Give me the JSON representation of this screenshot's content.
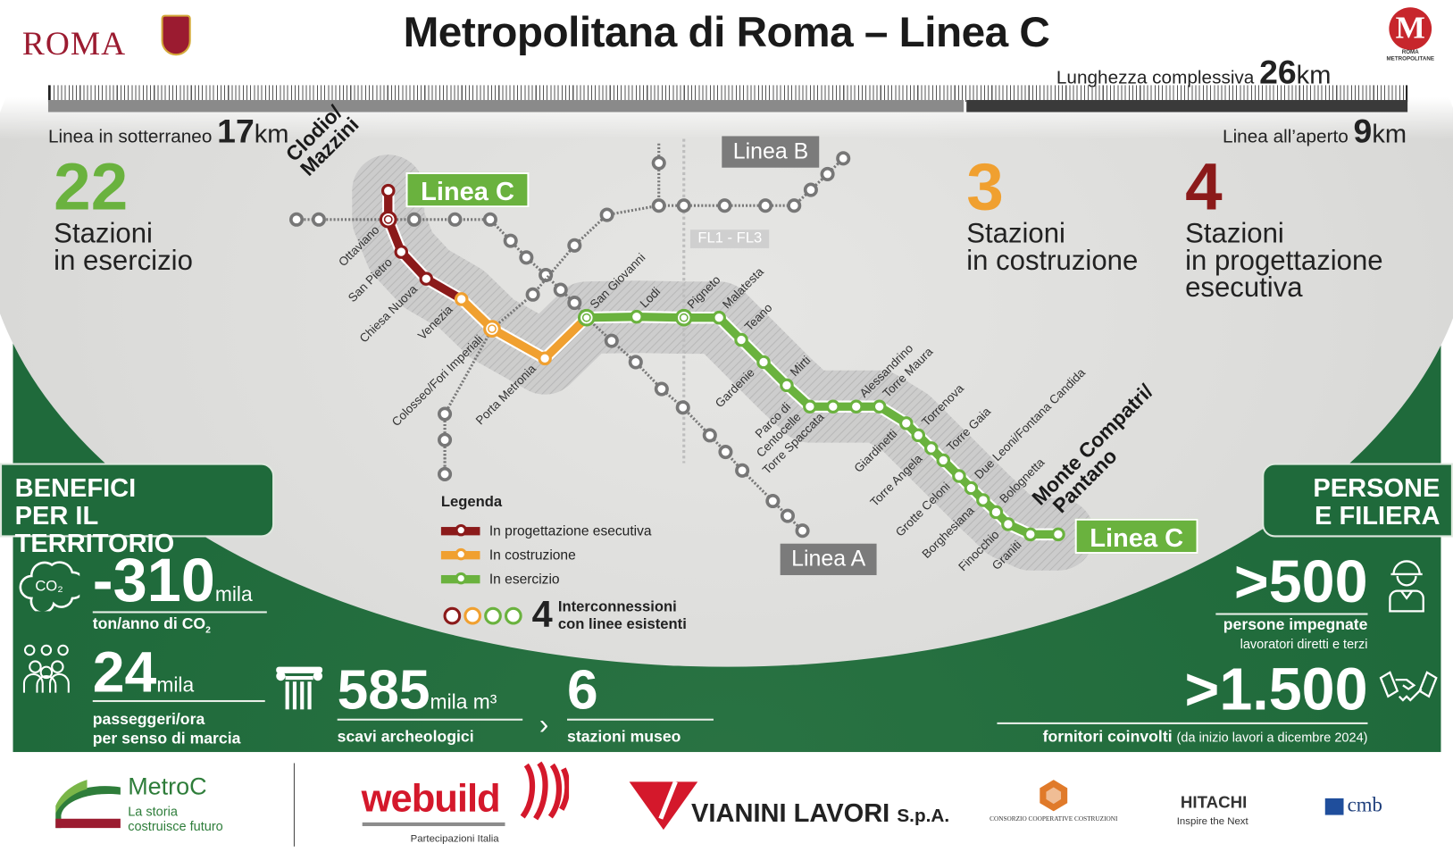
{
  "header": {
    "title": "Metropolitana di Roma – Linea C",
    "roma_logo": "ROMA",
    "metro_logo_letter": "M",
    "metro_logo_text": "ROMA METROPOLITANE"
  },
  "lengths": {
    "total_label": "Lunghezza complessiva",
    "total_value": "26",
    "total_unit": "km",
    "underground_label": "Linea in sotterraneo",
    "underground_value": "17",
    "underground_unit": "km",
    "open_label": "Linea all’aperto",
    "open_value": "9",
    "open_unit": "km"
  },
  "counts": [
    {
      "value": "22",
      "line1": "Stazioni",
      "line2": "in esercizio",
      "line3": "",
      "color": "#6ab23e"
    },
    {
      "value": "3",
      "line1": "Stazioni",
      "line2": "in costruzione",
      "line3": "",
      "color": "#f0a030"
    },
    {
      "value": "4",
      "line1": "Stazioni",
      "line2": "in progettazione",
      "line3": "esecutiva",
      "color": "#8b1a1a"
    }
  ],
  "map": {
    "line_c_label": "Linea C",
    "line_a_label": "Linea A",
    "line_b_label": "Linea B",
    "fl_label": "FL1 - FL3",
    "terminus_north": "Clodio/ Mazzini",
    "terminus_south_1": "Monte Compatri/",
    "terminus_south_2": "Pantano",
    "status_colors": {
      "progettazione": "#8b1a1a",
      "costruzione": "#f0a030",
      "esercizio": "#6ab23e",
      "existing": "#777777"
    },
    "stations": [
      "Ottaviano",
      "San Pietro",
      "Chiesa Nuova",
      "Venezia",
      "Colosseo/Fori Imperiali",
      "Porta Metronia",
      "San Giovanni",
      "Lodi",
      "Pigneto",
      "Malatesta",
      "Teano",
      "Gardenie",
      "Mirti",
      "Parco di|Centocelle",
      "Torre Spaccata",
      "Alessandrino",
      "Torre Maura",
      "Giardinetti",
      "Torrenova",
      "Torre Angela",
      "Torre Gaia",
      "Grotte Celoni",
      "Due Leoni/Fontana Candida",
      "Borghesiana",
      "Bolognetta",
      "Finocchio",
      "Graniti"
    ]
  },
  "legend": {
    "title": "Legenda",
    "items": [
      "In progettazione esecutiva",
      "In costruzione",
      "In esercizio"
    ],
    "interchanges_value": "4",
    "interchanges_line1": "Interconnessioni",
    "interchanges_line2": "con linee esistenti"
  },
  "benefici": {
    "title_1": "BENEFICI",
    "title_2": "PER IL TERRITORIO",
    "co2_value": "-310",
    "co2_unit": "mila",
    "co2_caption": "ton/anno di CO",
    "co2_sub": "2",
    "co2_icon_text": "CO₂",
    "pax_value": "24",
    "pax_unit": "mila",
    "pax_caption_1": "passeggeri/ora",
    "pax_caption_2": "per senso di marcia",
    "scavi_value": "585",
    "scavi_unit": "mila m³",
    "scavi_caption": "scavi archeologici",
    "museo_value": "6",
    "museo_caption": "stazioni museo"
  },
  "persone": {
    "title_1": "PERSONE",
    "title_2": "E FILIERA",
    "people_value": ">500",
    "people_caption": "persone impegnate",
    "people_sub": "lavoratori diretti e terzi",
    "suppliers_value": ">1.500",
    "suppliers_caption": "fornitori coinvolti",
    "suppliers_note": "(da inizio lavori a dicembre 2024)"
  },
  "footer": {
    "metroc_name": "MetroC",
    "metroc_tag_1": "La storia",
    "metroc_tag_2": "costruisce futuro",
    "webuild": "webuild",
    "webuild_sub": "Partecipazioni Italia",
    "vianini": "VIANINI LAVORI",
    "vianini_suffix": "S.p.A.",
    "ccc": "CONSORZIO COOPERATIVE COSTRUZIONI",
    "hitachi": "HITACHI",
    "hitachi_tag": "Inspire the Next",
    "cmb": "cmb"
  }
}
